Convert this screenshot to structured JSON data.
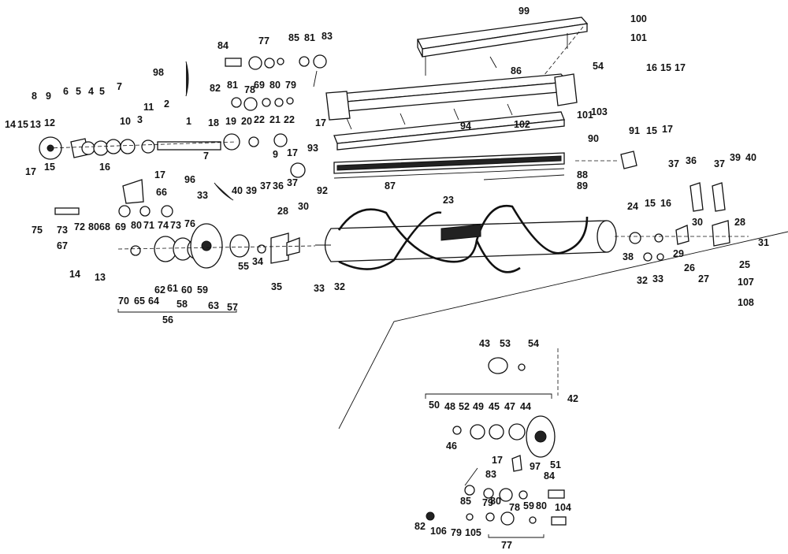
{
  "labels": [
    "99",
    "100",
    "101",
    "77",
    "85",
    "81",
    "83",
    "84",
    "98",
    "82",
    "81",
    "78",
    "69",
    "80",
    "79",
    "86",
    "54",
    "16",
    "15",
    "17",
    "8",
    "9",
    "6",
    "5",
    "4",
    "5",
    "7",
    "11",
    "2",
    "1",
    "3",
    "10",
    "14",
    "15",
    "13",
    "12",
    "15",
    "17",
    "16",
    "18",
    "19",
    "20",
    "22",
    "21",
    "22",
    "17",
    "7",
    "9",
    "17",
    "93",
    "92",
    "102",
    "101",
    "103",
    "94",
    "91",
    "15",
    "17",
    "90",
    "37",
    "36",
    "37",
    "39",
    "40",
    "87",
    "88",
    "89",
    "17",
    "66",
    "96",
    "33",
    "40",
    "39",
    "37",
    "36",
    "37",
    "28",
    "30",
    "23",
    "24",
    "15",
    "16",
    "28",
    "75",
    "73",
    "72",
    "80",
    "68",
    "69",
    "80",
    "71",
    "74",
    "73",
    "76",
    "67",
    "14",
    "13",
    "70",
    "65",
    "64",
    "62",
    "61",
    "60",
    "59",
    "58",
    "63",
    "55",
    "34",
    "57",
    "56",
    "35",
    "33",
    "32",
    "38",
    "29",
    "30",
    "26",
    "27",
    "25",
    "31",
    "32",
    "33",
    "107",
    "108",
    "43",
    "53",
    "54",
    "42",
    "50",
    "48",
    "52",
    "49",
    "45",
    "47",
    "44",
    "46",
    "17",
    "97",
    "51",
    "83",
    "84",
    "85",
    "79",
    "78",
    "59",
    "80",
    "104",
    "82",
    "106",
    "79",
    "105",
    "77",
    "80"
  ]
}
